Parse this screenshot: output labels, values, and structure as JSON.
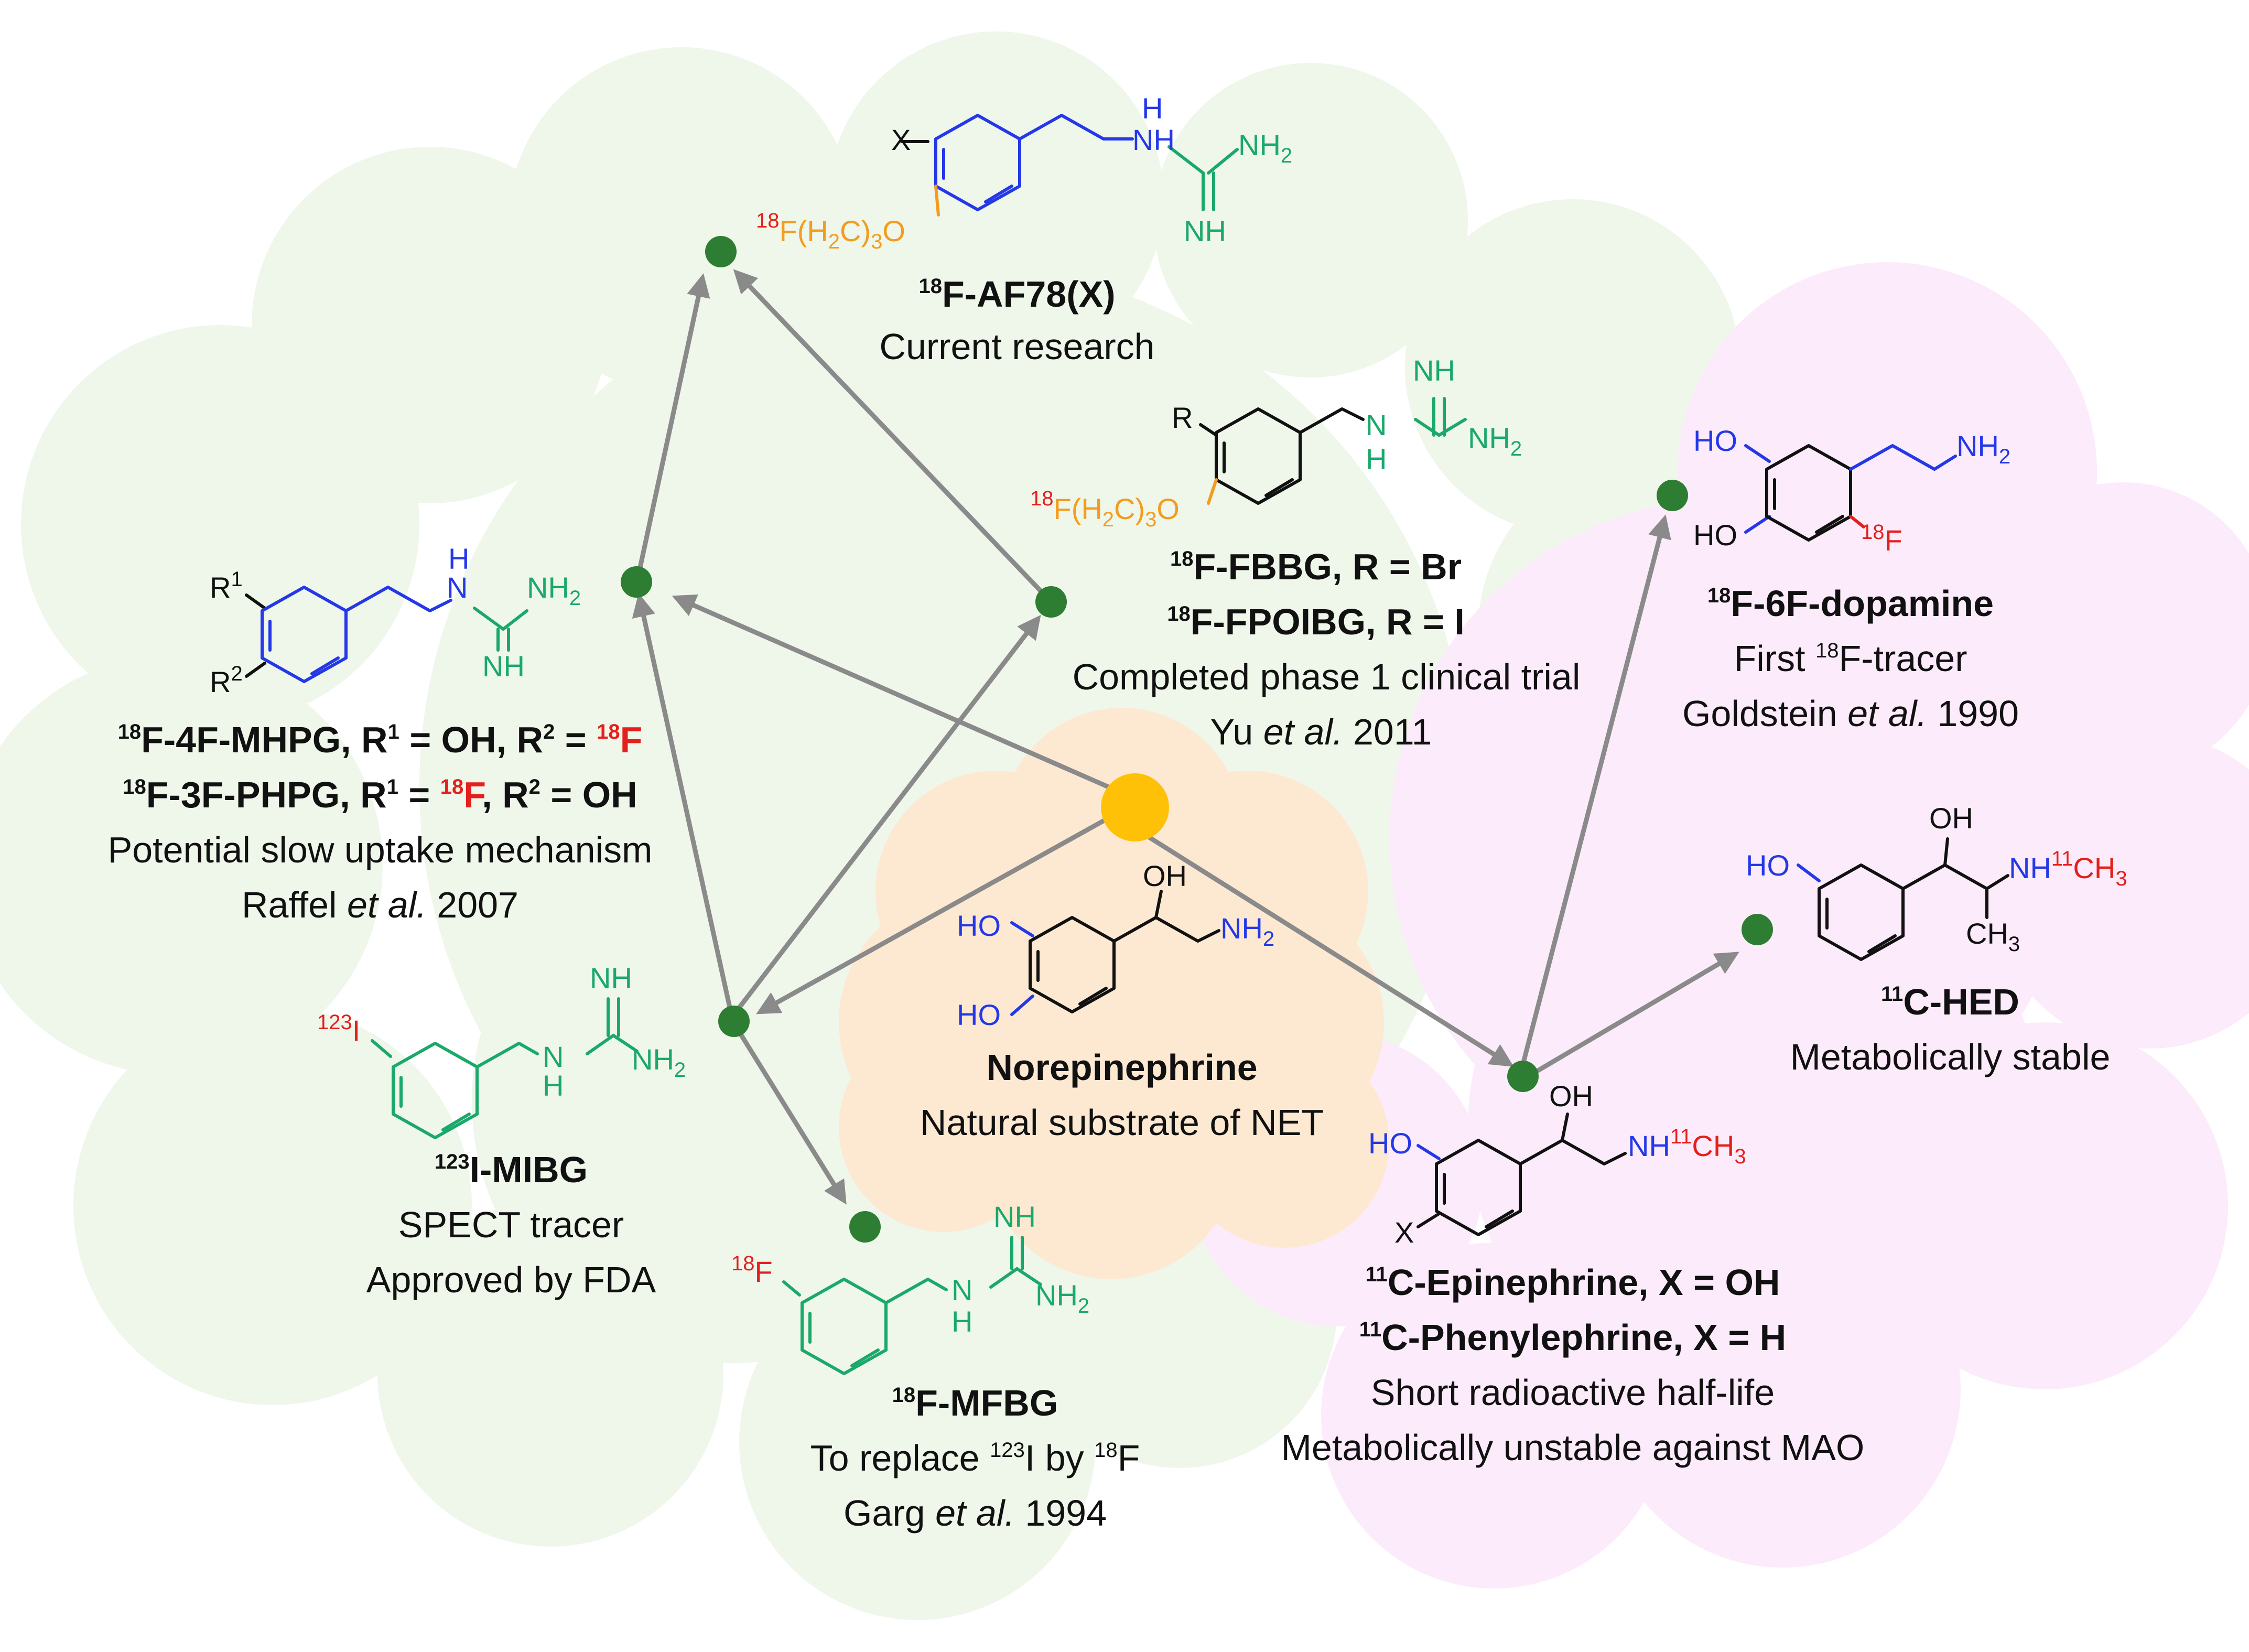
{
  "colors": {
    "green_cloud": "#eff6ea",
    "pink_cloud": "#fcebfa",
    "orange_cloud": "#fde9d2",
    "node_green": "#2d7d32",
    "node_yellow": "#ffc107",
    "arrow": "#8a8a8a",
    "guanidine_green": "#1aa86b",
    "amine_blue": "#2438e8",
    "fluorine_red": "#e4201c",
    "linker_orange": "#f39c1e",
    "black": "#111111"
  },
  "compounds": {
    "af78": {
      "iso": "18",
      "name": "F-AF78(X)",
      "line1": "Current research",
      "atoms": {
        "x": "X",
        "nh": "NH",
        "h": "H",
        "nh2": "NH",
        "nh2_sub": "2",
        "nh_low": "NH",
        "linker_iso": "18",
        "linker_a": "F(H",
        "linker_sub1": "2",
        "linker_b": "C)",
        "linker_sub2": "3",
        "linker_c": "O"
      }
    },
    "fbbg": {
      "iso1": "18",
      "name1": "F-FBBG, R = Br",
      "iso2": "18",
      "name2": "F-FPOIBG, R = I",
      "line1": "Completed phase 1 clinical trial",
      "author": "Yu ",
      "etal": "et al.",
      "year": " 2011",
      "atoms": {
        "r": "R",
        "nh_top": "NH",
        "nh": "N",
        "h": "H",
        "nh2": "NH",
        "nh2_sub": "2",
        "linker_iso": "18",
        "linker_a": "F(H",
        "linker_sub1": "2",
        "linker_b": "C)",
        "linker_sub2": "3",
        "linker_c": "O"
      }
    },
    "mhpg": {
      "iso1": "18",
      "name1a": "F-4F-MHPG, R",
      "sup1a": "1",
      "name1b": " = OH, R",
      "sup1b": "2",
      "name1c": " = ",
      "iso1d": "18",
      "name1d": "F",
      "iso2": "18",
      "name2a": "F-3F-PHPG,  R",
      "sup2a": "1",
      "name2b": " = ",
      "iso2c": "18",
      "name2c": "F",
      "name2d": ", R",
      "sup2d": "2",
      "name2e": " = OH",
      "line1": "Potential slow uptake mechanism",
      "author": "Raffel ",
      "etal": "et al.",
      "year": " 2007",
      "atoms": {
        "r1": "R",
        "r1_sup": "1",
        "r2": "R",
        "r2_sup": "2",
        "h": "H",
        "nh": "N",
        "nh2": "NH",
        "nh2_sub": "2",
        "nh_low": "NH"
      }
    },
    "mibg": {
      "iso": "123",
      "name": "I-MIBG",
      "line1": "SPECT tracer",
      "line2": "Approved by FDA",
      "atoms": {
        "i_iso": "123",
        "i": "I",
        "nh_top": "NH",
        "nh": "N",
        "h": "H",
        "nh2": "NH",
        "nh2_sub": "2"
      }
    },
    "mfbg": {
      "iso": "18",
      "name": "F-MFBG",
      "line1a": "To replace ",
      "iso1": "123",
      "line1b": "I by ",
      "iso2": "18",
      "line1c": "F",
      "author": "Garg ",
      "etal": "et al.",
      "year": " 1994",
      "atoms": {
        "f_iso": "18",
        "f": "F",
        "nh_top": "NH",
        "nh": "N",
        "h": "H",
        "nh2": "NH",
        "nh2_sub": "2"
      }
    },
    "norepinephrine": {
      "name": "Norepinephrine",
      "line1": "Natural substrate of NET",
      "atoms": {
        "ho1": "HO",
        "ho2": "HO",
        "oh": "OH",
        "nh2": "NH",
        "nh2_sub": "2"
      }
    },
    "dopamine": {
      "iso": "18",
      "name": "F-6F-dopamine",
      "line1a": "First ",
      "iso1": "18",
      "line1b": "F-tracer",
      "author": "Goldstein ",
      "etal": "et al.",
      "year": " 1990",
      "atoms": {
        "ho1": "HO",
        "ho2": "HO",
        "nh2": "NH",
        "nh2_sub": "2",
        "f_iso": "18",
        "f": "F"
      }
    },
    "hed": {
      "iso": "11",
      "name": "C-HED",
      "line1": "Metabolically stable",
      "atoms": {
        "ho": "HO",
        "oh": "OH",
        "nh": "NH",
        "c_iso": "11",
        "ch3a": "CH",
        "ch3a_sub": "3",
        "ch3b": "CH",
        "ch3b_sub": "3"
      }
    },
    "epinephrine": {
      "iso1": "11",
      "name1": "C-Epinephrine,  X = OH",
      "iso2": "11",
      "name2": "C-Phenylephrine, X = H",
      "line1": "Short radioactive half-life",
      "line2": "Metabolically unstable against MAO",
      "atoms": {
        "ho": "HO",
        "x": "X",
        "oh": "OH",
        "nh": "NH",
        "c_iso": "11",
        "ch3": "CH",
        "ch3_sub": "3"
      }
    }
  }
}
